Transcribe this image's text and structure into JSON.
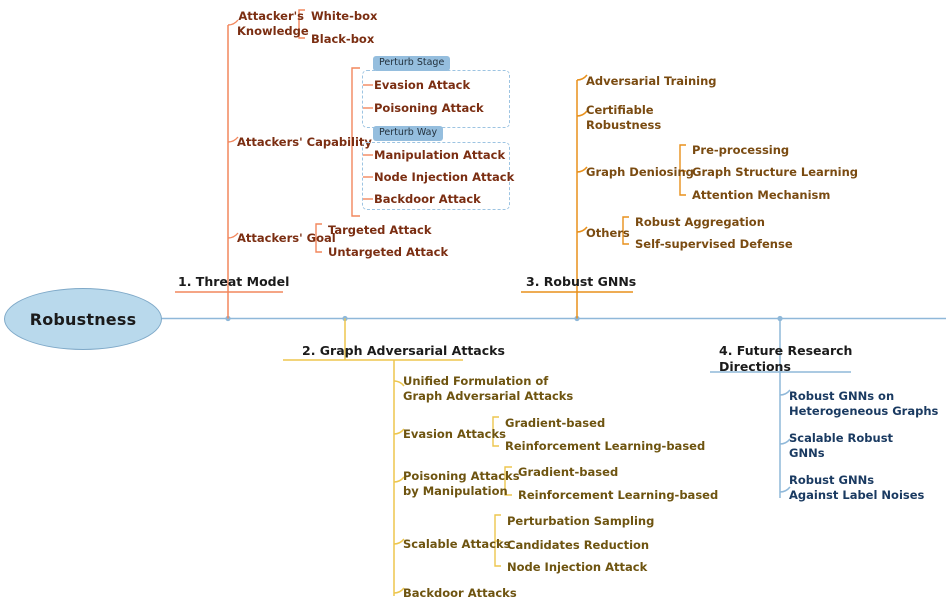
{
  "root": {
    "label": "Robustness",
    "color": "#b9d9ec"
  },
  "branches": [
    {
      "id": "threat-model",
      "title": "1. Threat Model",
      "color": "#f2875d",
      "text_color": "#7b2e12",
      "children": [
        {
          "label": "Attacker's\nKnowledge",
          "children": [
            "White-box",
            "Black-box"
          ]
        },
        {
          "label": "Attackers' Capability",
          "groups": [
            {
              "tag": "Perturb Stage",
              "items": [
                "Evasion Attack",
                "Poisoning Attack"
              ]
            },
            {
              "tag": "Perturb Way",
              "items": [
                "Manipulation Attack",
                "Node Injection Attack",
                "Backdoor Attack"
              ]
            }
          ]
        },
        {
          "label": "Attackers' Goal",
          "children": [
            "Targeted Attack",
            "Untargeted Attack"
          ]
        }
      ]
    },
    {
      "id": "graph-adversarial-attacks",
      "title": "2. Graph Adversarial Attacks",
      "color": "#edc64e",
      "text_color": "#6e5410",
      "children": [
        {
          "label": "Unified Formulation of\nGraph Adversarial Attacks",
          "children": []
        },
        {
          "label": "Evasion Attacks",
          "children": [
            "Gradient-based",
            "Reinforcement Learning-based"
          ]
        },
        {
          "label": "Poisoning Attacks\nby Manipulation",
          "children": [
            "Gradient-based",
            "Reinforcement Learning-based"
          ]
        },
        {
          "label": "Scalable Attacks",
          "children": [
            "Perturbation Sampling",
            "Candidates Reduction",
            "Node Injection Attack"
          ]
        },
        {
          "label": "Backdoor Attacks",
          "children": []
        }
      ]
    },
    {
      "id": "robust-gnns",
      "title": "3. Robust GNNs",
      "color": "#e8901b",
      "text_color": "#7a4b11",
      "children": [
        {
          "label": "Adversarial Training",
          "children": []
        },
        {
          "label": "Certifiable\nRobustness",
          "children": []
        },
        {
          "label": "Graph Deniosing",
          "children": [
            "Pre-processing",
            "Graph Structure Learning",
            "Attention Mechanism"
          ]
        },
        {
          "label": "Others",
          "children": [
            "Robust Aggregation",
            "Self-supervised Defense"
          ]
        }
      ]
    },
    {
      "id": "future-research-directions",
      "title": "4. Future Research\nDirections",
      "color": "#8fb8d9",
      "text_color": "#1a3a61",
      "children": [
        {
          "label": "Robust GNNs on\nHeterogeneous Graphs",
          "children": []
        },
        {
          "label": "Scalable Robust\nGNNs",
          "children": []
        },
        {
          "label": "Robust GNNs\nAgainst Label Noises",
          "children": []
        }
      ]
    }
  ],
  "spine": {
    "color": "#8fb8d9"
  }
}
